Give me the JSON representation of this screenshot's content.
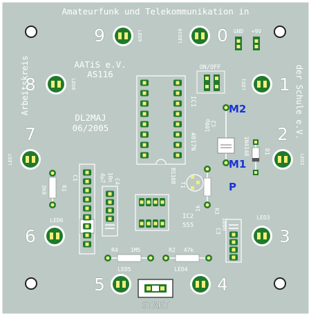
{
  "board": {
    "top_text": "Amateurfunk und Telekommunikation in",
    "left_text": "Arbeitskreis",
    "right_text": "der Schule e.V.",
    "org": "AATiS e.V.",
    "model": "AS116",
    "author": "DL2MAJ",
    "date": "06/2005",
    "start_label": "START",
    "colors": {
      "pcb": "#bcc9c5",
      "silkscreen": "#ffffff",
      "copper": "#1f7a2c",
      "pad": "#f3ef7a",
      "marker": "#1a34d6"
    }
  },
  "leds": [
    {
      "number": "9",
      "label": "LED9"
    },
    {
      "number": "0",
      "label": "LED10"
    },
    {
      "number": "8",
      "label": "LED8"
    },
    {
      "number": "1",
      "label": "LED1"
    },
    {
      "number": "7",
      "label": "LED7"
    },
    {
      "number": "2",
      "label": "LED2"
    },
    {
      "number": "6",
      "label": "LED6"
    },
    {
      "number": "3",
      "label": "LED3"
    },
    {
      "number": "5",
      "label": "LED5"
    },
    {
      "number": "4",
      "label": "LED4"
    }
  ],
  "power": {
    "gnd": "GND",
    "vcc": "+9V",
    "switch": "ON/OFF"
  },
  "components": {
    "ic1": "IC1",
    "ic1_type": "4017N",
    "ic2": "IC2",
    "ic2_type": "555",
    "c1": "C1",
    "c1_value": "4µ7",
    "c2": "C2",
    "c2_value": "100p",
    "c3": "C3",
    "c3_value": "100n",
    "c4": "C4",
    "c4_value": "10n",
    "r1": "R1",
    "r1_value": "3k9",
    "r2": "R2",
    "r2_value": "47k",
    "r3": "R3",
    "r3_value": "1k",
    "r4": "R4",
    "r4_value": "1M5",
    "d1": "D1",
    "d1_type": "1N4148",
    "t1": "T1",
    "t1_type": "BS108"
  },
  "markers": {
    "m2": "M2",
    "m1": "M1",
    "p": "P"
  }
}
